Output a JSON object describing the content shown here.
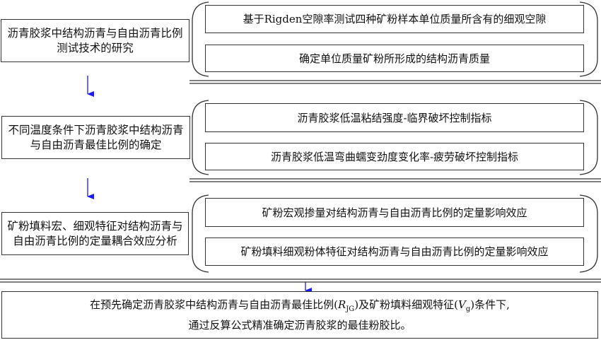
{
  "left_steps": [
    {
      "line1": "沥青胶浆中结构沥青与自由沥青比例",
      "line2": "测试技术的研究"
    },
    {
      "line1": "不同温度条件下沥青胶浆中结构沥青",
      "line2": "与自由沥青最佳比例的确定"
    },
    {
      "line1": "矿粉填料宏、细观特征对结构沥青与",
      "line2": "自由沥青比例的定量耦合效应分析"
    }
  ],
  "right_groups": [
    [
      "基于Rigden空隙率测试四种矿粉样本单位质量所含有的细观空隙",
      "确定单位质量矿粉所形成的结构沥青质量"
    ],
    [
      "沥青胶浆低温粘结强度-临界破坏控制指标",
      "沥青胶浆低温弯曲蠕变劲度变化率-疲劳破坏控制指标"
    ],
    [
      "矿粉宏观掺量对结构沥青与自由沥青比例的定量影响效应",
      "矿粉填料细观粉体特征对结构沥青与自由沥青比例的定量影响效应"
    ]
  ],
  "conclusion": {
    "part1": "在预先确定沥青胶浆中结构沥青与自由沥青最佳比例(",
    "r_sym": "R",
    "r_sub": "JG",
    "part2": ")及矿粉填料细观特征(",
    "v_sym": "V",
    "v_sub": "g",
    "part3": ")条件下,",
    "line2": "通过反算公式精准确定沥青胶浆的最佳粉胶比。"
  },
  "colors": {
    "arrow": "#1a1aff",
    "line": "#333333"
  }
}
